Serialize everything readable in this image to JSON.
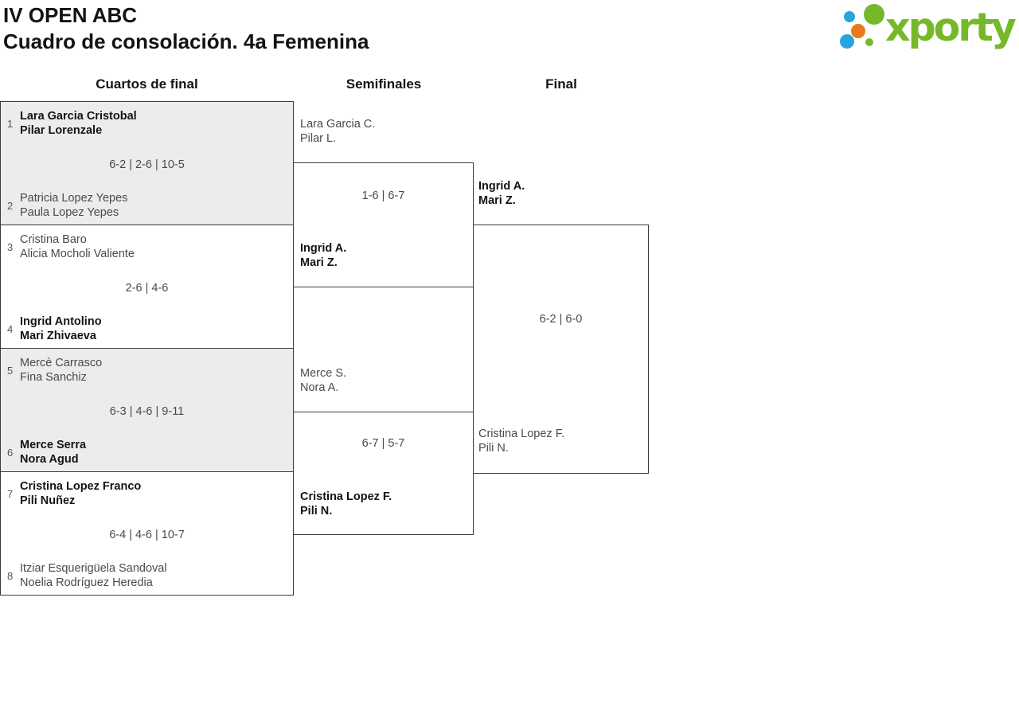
{
  "header": {
    "title_line1": "IV OPEN ABC",
    "title_line2": "Cuadro de consolación. 4a Femenina",
    "logo_text": "xporty"
  },
  "colors": {
    "logo_green": "#76b82a",
    "logo_blue": "#29a5de",
    "logo_orange": "#e8791c",
    "bracket_border": "#3a3a3a",
    "shaded_box_bg": "#ececec",
    "winner_text": "#141414",
    "regular_text": "#4a4a4a"
  },
  "rounds": {
    "quarterfinals_label": "Cuartos de final",
    "semifinals_label": "Semifinales",
    "final_label": "Final"
  },
  "quarterfinals": [
    {
      "shaded": true,
      "score": "6-2 | 2-6 | 10-5",
      "team1": {
        "seed": "1",
        "players": [
          "Lara Garcia Cristobal",
          "Pilar Lorenzale"
        ],
        "winner": true
      },
      "team2": {
        "seed": "2",
        "players": [
          "Patricia Lopez Yepes",
          "Paula Lopez Yepes"
        ],
        "winner": false
      }
    },
    {
      "shaded": false,
      "score": "2-6 | 4-6",
      "team1": {
        "seed": "3",
        "players": [
          "Cristina Baro",
          "Alicia Mocholi Valiente"
        ],
        "winner": false
      },
      "team2": {
        "seed": "4",
        "players": [
          "Ingrid Antolino",
          "Mari Zhivaeva"
        ],
        "winner": true
      }
    },
    {
      "shaded": true,
      "score": "6-3 | 4-6 | 9-11",
      "team1": {
        "seed": "5",
        "players": [
          "Mercè Carrasco",
          "Fina Sanchiz"
        ],
        "winner": false
      },
      "team2": {
        "seed": "6",
        "players": [
          "Merce Serra",
          "Nora Agud"
        ],
        "winner": true
      }
    },
    {
      "shaded": false,
      "score": "6-4 | 4-6 | 10-7",
      "team1": {
        "seed": "7",
        "players": [
          "Cristina Lopez Franco",
          "Pili Nuñez"
        ],
        "winner": true
      },
      "team2": {
        "seed": "8",
        "players": [
          "Itziar Esquerigüela Sandoval",
          "Noelia Rodríguez Heredia"
        ],
        "winner": false
      }
    }
  ],
  "semifinals": [
    {
      "score": "1-6 | 6-7",
      "team1": {
        "players": [
          "Lara Garcia C.",
          "Pilar L."
        ],
        "winner": false
      },
      "team2": {
        "players": [
          "Ingrid A.",
          "Mari Z."
        ],
        "winner": true
      }
    },
    {
      "score": "6-7 | 5-7",
      "team1": {
        "players": [
          "Merce S.",
          "Nora A."
        ],
        "winner": false
      },
      "team2": {
        "players": [
          "Cristina Lopez F.",
          "Pili N."
        ],
        "winner": true
      }
    }
  ],
  "final": {
    "score": "6-2 | 6-0",
    "team1": {
      "players": [
        "Ingrid A.",
        "Mari Z."
      ],
      "winner": true
    },
    "team2": {
      "players": [
        "Cristina Lopez F.",
        "Pili N."
      ],
      "winner": false
    }
  }
}
